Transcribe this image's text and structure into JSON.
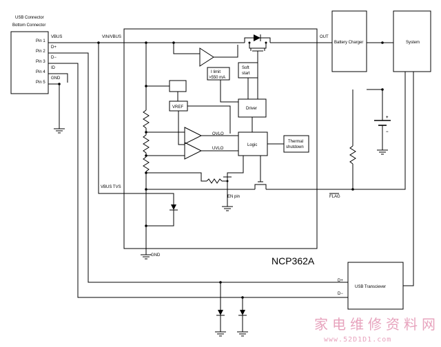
{
  "connector": {
    "title_line1": "USB Connector",
    "title_line2": "Bottom Connector",
    "pins": [
      "Pin 1",
      "Pin 2",
      "Pin 3",
      "Pin 4",
      "Pin 5"
    ],
    "signals": [
      "VBUS",
      "D+",
      "D−",
      "ID",
      "GND"
    ]
  },
  "ic": {
    "name": "NCP362A",
    "vin_label": "VIN/VBUS",
    "out_label": "OUT",
    "gnd_label": "GND",
    "vbus_tvs_label": "VBUS TVS",
    "en_pin_label": "EN pin",
    "flag_label": "FLAG",
    "blocks": {
      "soft_start": [
        "Soft",
        "start"
      ],
      "driver": "Driver",
      "logic": "Logic",
      "thermal": [
        "Thermal",
        "shutdown"
      ],
      "vref": "VREF",
      "ilimit": [
        "I limit",
        ">550 mA"
      ],
      "ovlo": "OVLO",
      "uvlo": "UVLO"
    }
  },
  "external": {
    "battery_charger": "Battery Charger",
    "system": "System",
    "usb_transceiver": "USB Transciever",
    "dplus": "D+",
    "dminus": "D−",
    "battery_plus": "+",
    "battery_minus": "−"
  },
  "watermark": {
    "text": "家电维修资料网",
    "url": "www.52D1D1.com"
  }
}
